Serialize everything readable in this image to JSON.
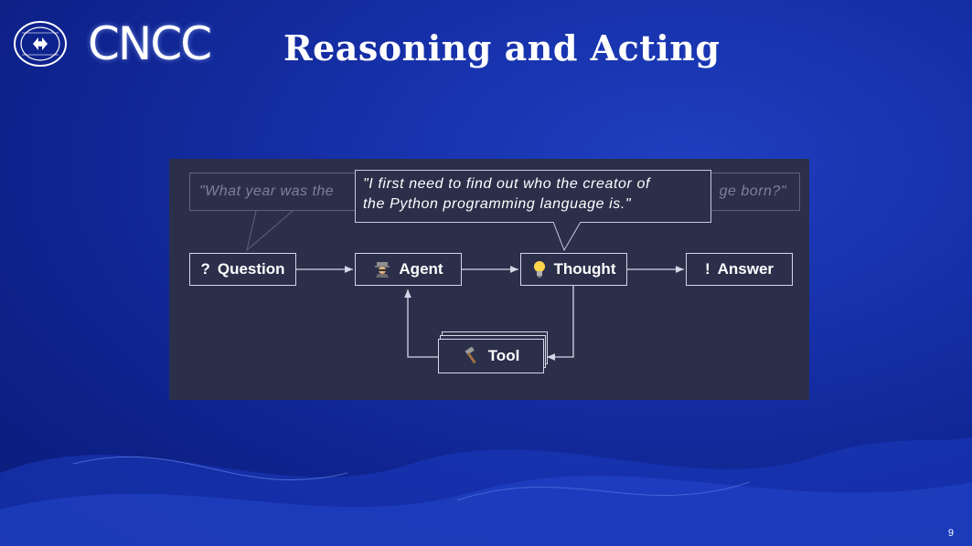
{
  "header": {
    "logo_text": "CNCC",
    "title": "Reasoning and Acting"
  },
  "diagram": {
    "question_bubble": {
      "left_text": "\"What year was the",
      "right_text": "ge born?\""
    },
    "thought_bubble": {
      "line1": "\"I first need to find out who the creator of",
      "line2": "the Python programming language is.\""
    },
    "nodes": {
      "question": {
        "icon": "?",
        "label": "Question"
      },
      "agent": {
        "icon": "agent-icon",
        "label": "Agent"
      },
      "thought": {
        "icon": "lightbulb-icon",
        "label": "Thought"
      },
      "answer": {
        "icon": "!",
        "label": "Answer"
      },
      "tool": {
        "icon": "hammer-icon",
        "label": "Tool"
      }
    }
  },
  "footer": {
    "page_number": "9"
  }
}
